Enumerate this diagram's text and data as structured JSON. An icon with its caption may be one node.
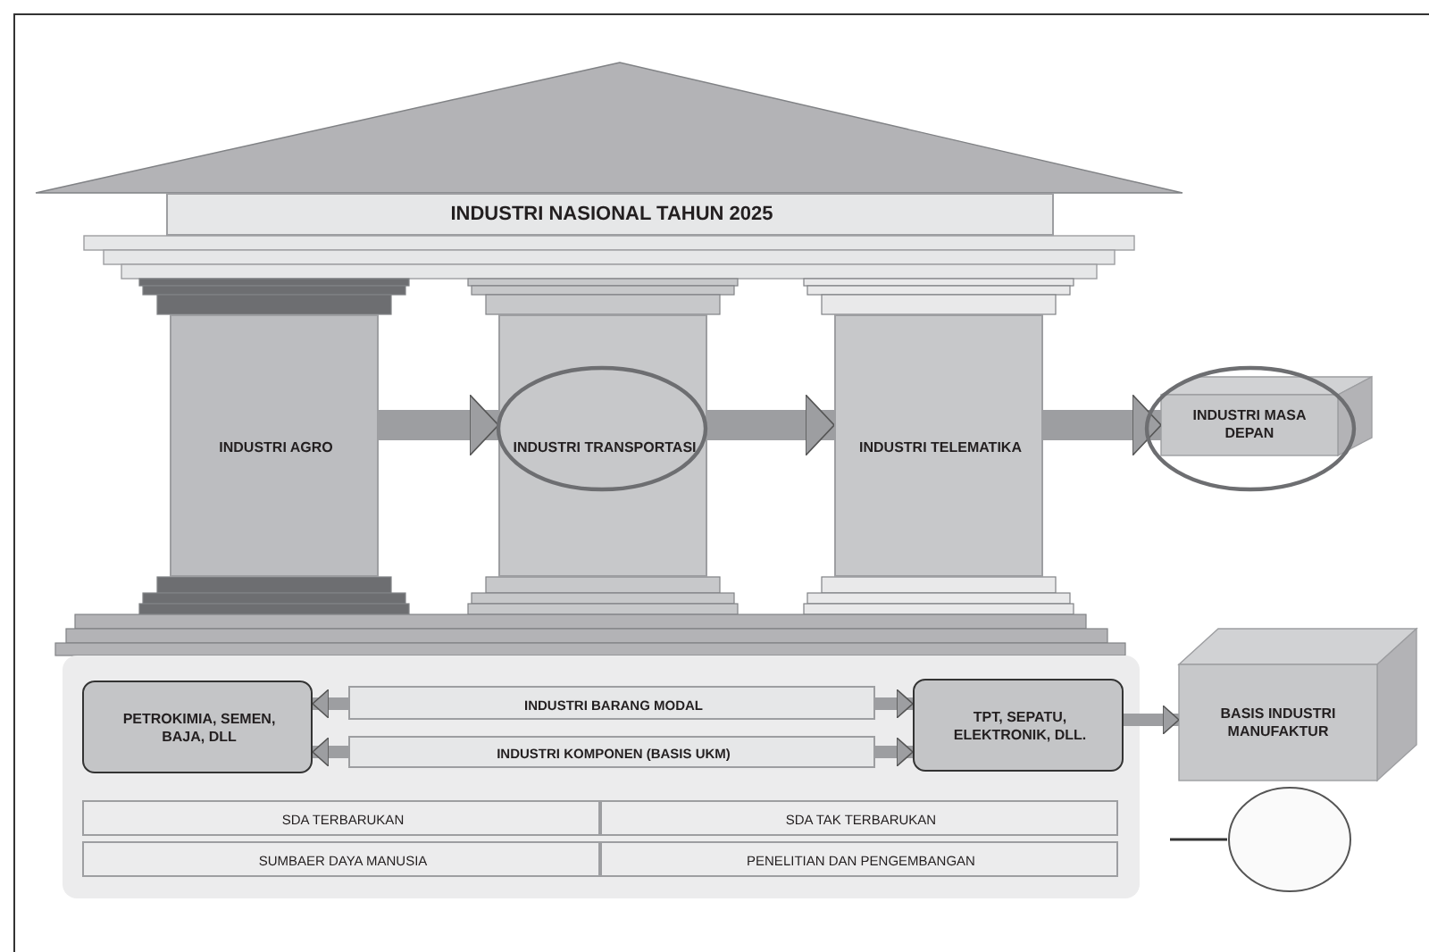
{
  "diagram": {
    "nodes": [
      {
        "text": [
          "INDUSTRI NASIONAL TAHUN 2025"
        ]
      },
      {
        "text": [
          "INDUSTRI AGRO"
        ]
      },
      {
        "text": [
          "INDUSTRI TRANSPORTASI"
        ]
      },
      {
        "text": [
          "INDUSTRI TELEMATIKA"
        ]
      },
      {
        "text": [
          "INDUSTRI MASA DEPAN"
        ]
      },
      {
        "text": [],
        "shape": "box"
      },
      {
        "text": [
          "PETROKIMIA, SEMEN, BAJA, DLL"
        ],
        "in": 5
      },
      {
        "text": [
          "INDUSTRI BARANG MODAL"
        ],
        "in": 5
      },
      {
        "text": [
          "INDUSTRI KOMPONEN (BASIS UKM)"
        ],
        "in": 5
      },
      {
        "text": [
          "TPT, SEPATU, ELEKTRONIK, DLL."
        ],
        "in": 5
      },
      {
        "text": [
          "BASIS INDUSTRI MANUFAKTUR"
        ]
      },
      {
        "text": [
          "SDA TERBARUKAN"
        ],
        "in": 5
      },
      {
        "text": [
          "SDA TAK TERBARUKAN"
        ],
        "in": 5
      },
      {
        "text": [
          "SUMBAER DAYA MANUSIA"
        ],
        "in": 5
      },
      {
        "text": [
          "PENELITIAN DAN PENGEMBANGAN"
        ],
        "in": 5
      },
      {
        "text": [],
        "shape": "circle"
      }
    ],
    "edges": [
      {
        "from": 1,
        "to": 2,
        "arrow": "to",
        "style": "thick"
      },
      {
        "from": 2,
        "to": 3,
        "arrow": "to",
        "style": "thick"
      },
      {
        "from": 3,
        "to": 4,
        "arrow": "to",
        "style": "thick"
      },
      {
        "from": 7,
        "to": 6,
        "arrow": "to"
      },
      {
        "from": 8,
        "to": 6,
        "arrow": "to"
      },
      {
        "from": 7,
        "to": 9,
        "arrow": "to"
      },
      {
        "from": 8,
        "to": 9,
        "arrow": "to"
      },
      {
        "from": 9,
        "to": 10,
        "arrow": "to"
      },
      {
        "from": 15,
        "to": null,
        "arrow": "none",
        "color": "#333333"
      }
    ]
  }
}
